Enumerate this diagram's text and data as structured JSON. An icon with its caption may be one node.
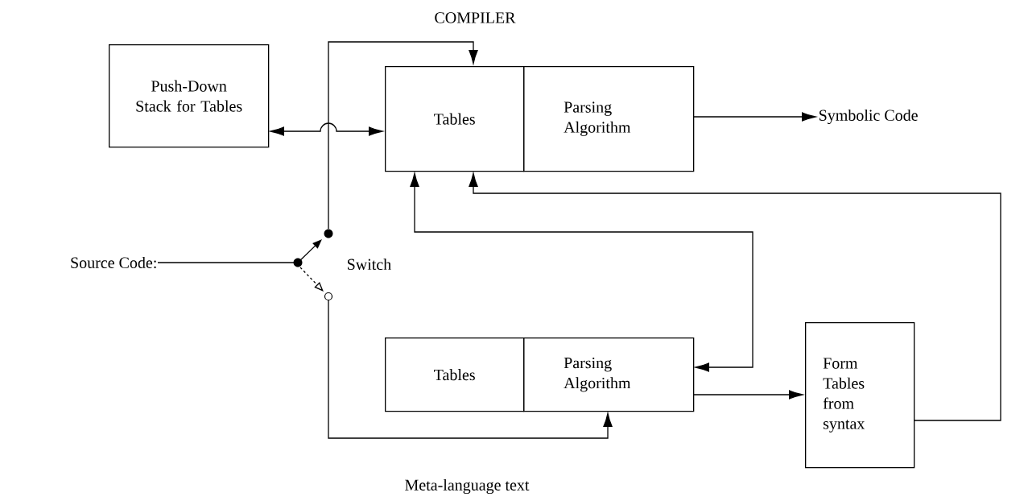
{
  "diagram": {
    "title": "COMPILER",
    "nodes": [
      {
        "text": [
          "Push-Down Stack for Tables"
        ]
      },
      {
        "text": [
          "Tables"
        ]
      },
      {
        "text": [
          "Parsing Algorithm"
        ]
      },
      {
        "text": [
          "Symbolic Code"
        ]
      },
      {
        "text": [
          "Source Code:"
        ]
      },
      {
        "text": [],
        "shape": "picture",
        "beside": [
          "Switch"
        ]
      },
      {
        "text": [
          "Tables"
        ]
      },
      {
        "text": [
          "Parsing Algorithm"
        ]
      },
      {
        "text": [
          "Form Tables from syntax"
        ]
      }
    ],
    "edges": [
      {
        "from": 0,
        "to": 1,
        "arrow": "both"
      },
      {
        "from": 2,
        "to": 3,
        "arrow": "to"
      },
      {
        "from": 4,
        "to": 5,
        "arrow": "none"
      },
      {
        "from": 5,
        "to": 1,
        "arrow": "to"
      },
      {
        "from": 5,
        "to": 7,
        "arrow": "to",
        "label": "Meta-language text"
      },
      {
        "from": 1,
        "to": 7,
        "arrow": "both"
      },
      {
        "from": 7,
        "to": 8,
        "arrow": "to"
      },
      {
        "from": 8,
        "to": 1,
        "arrow": "to"
      }
    ]
  }
}
